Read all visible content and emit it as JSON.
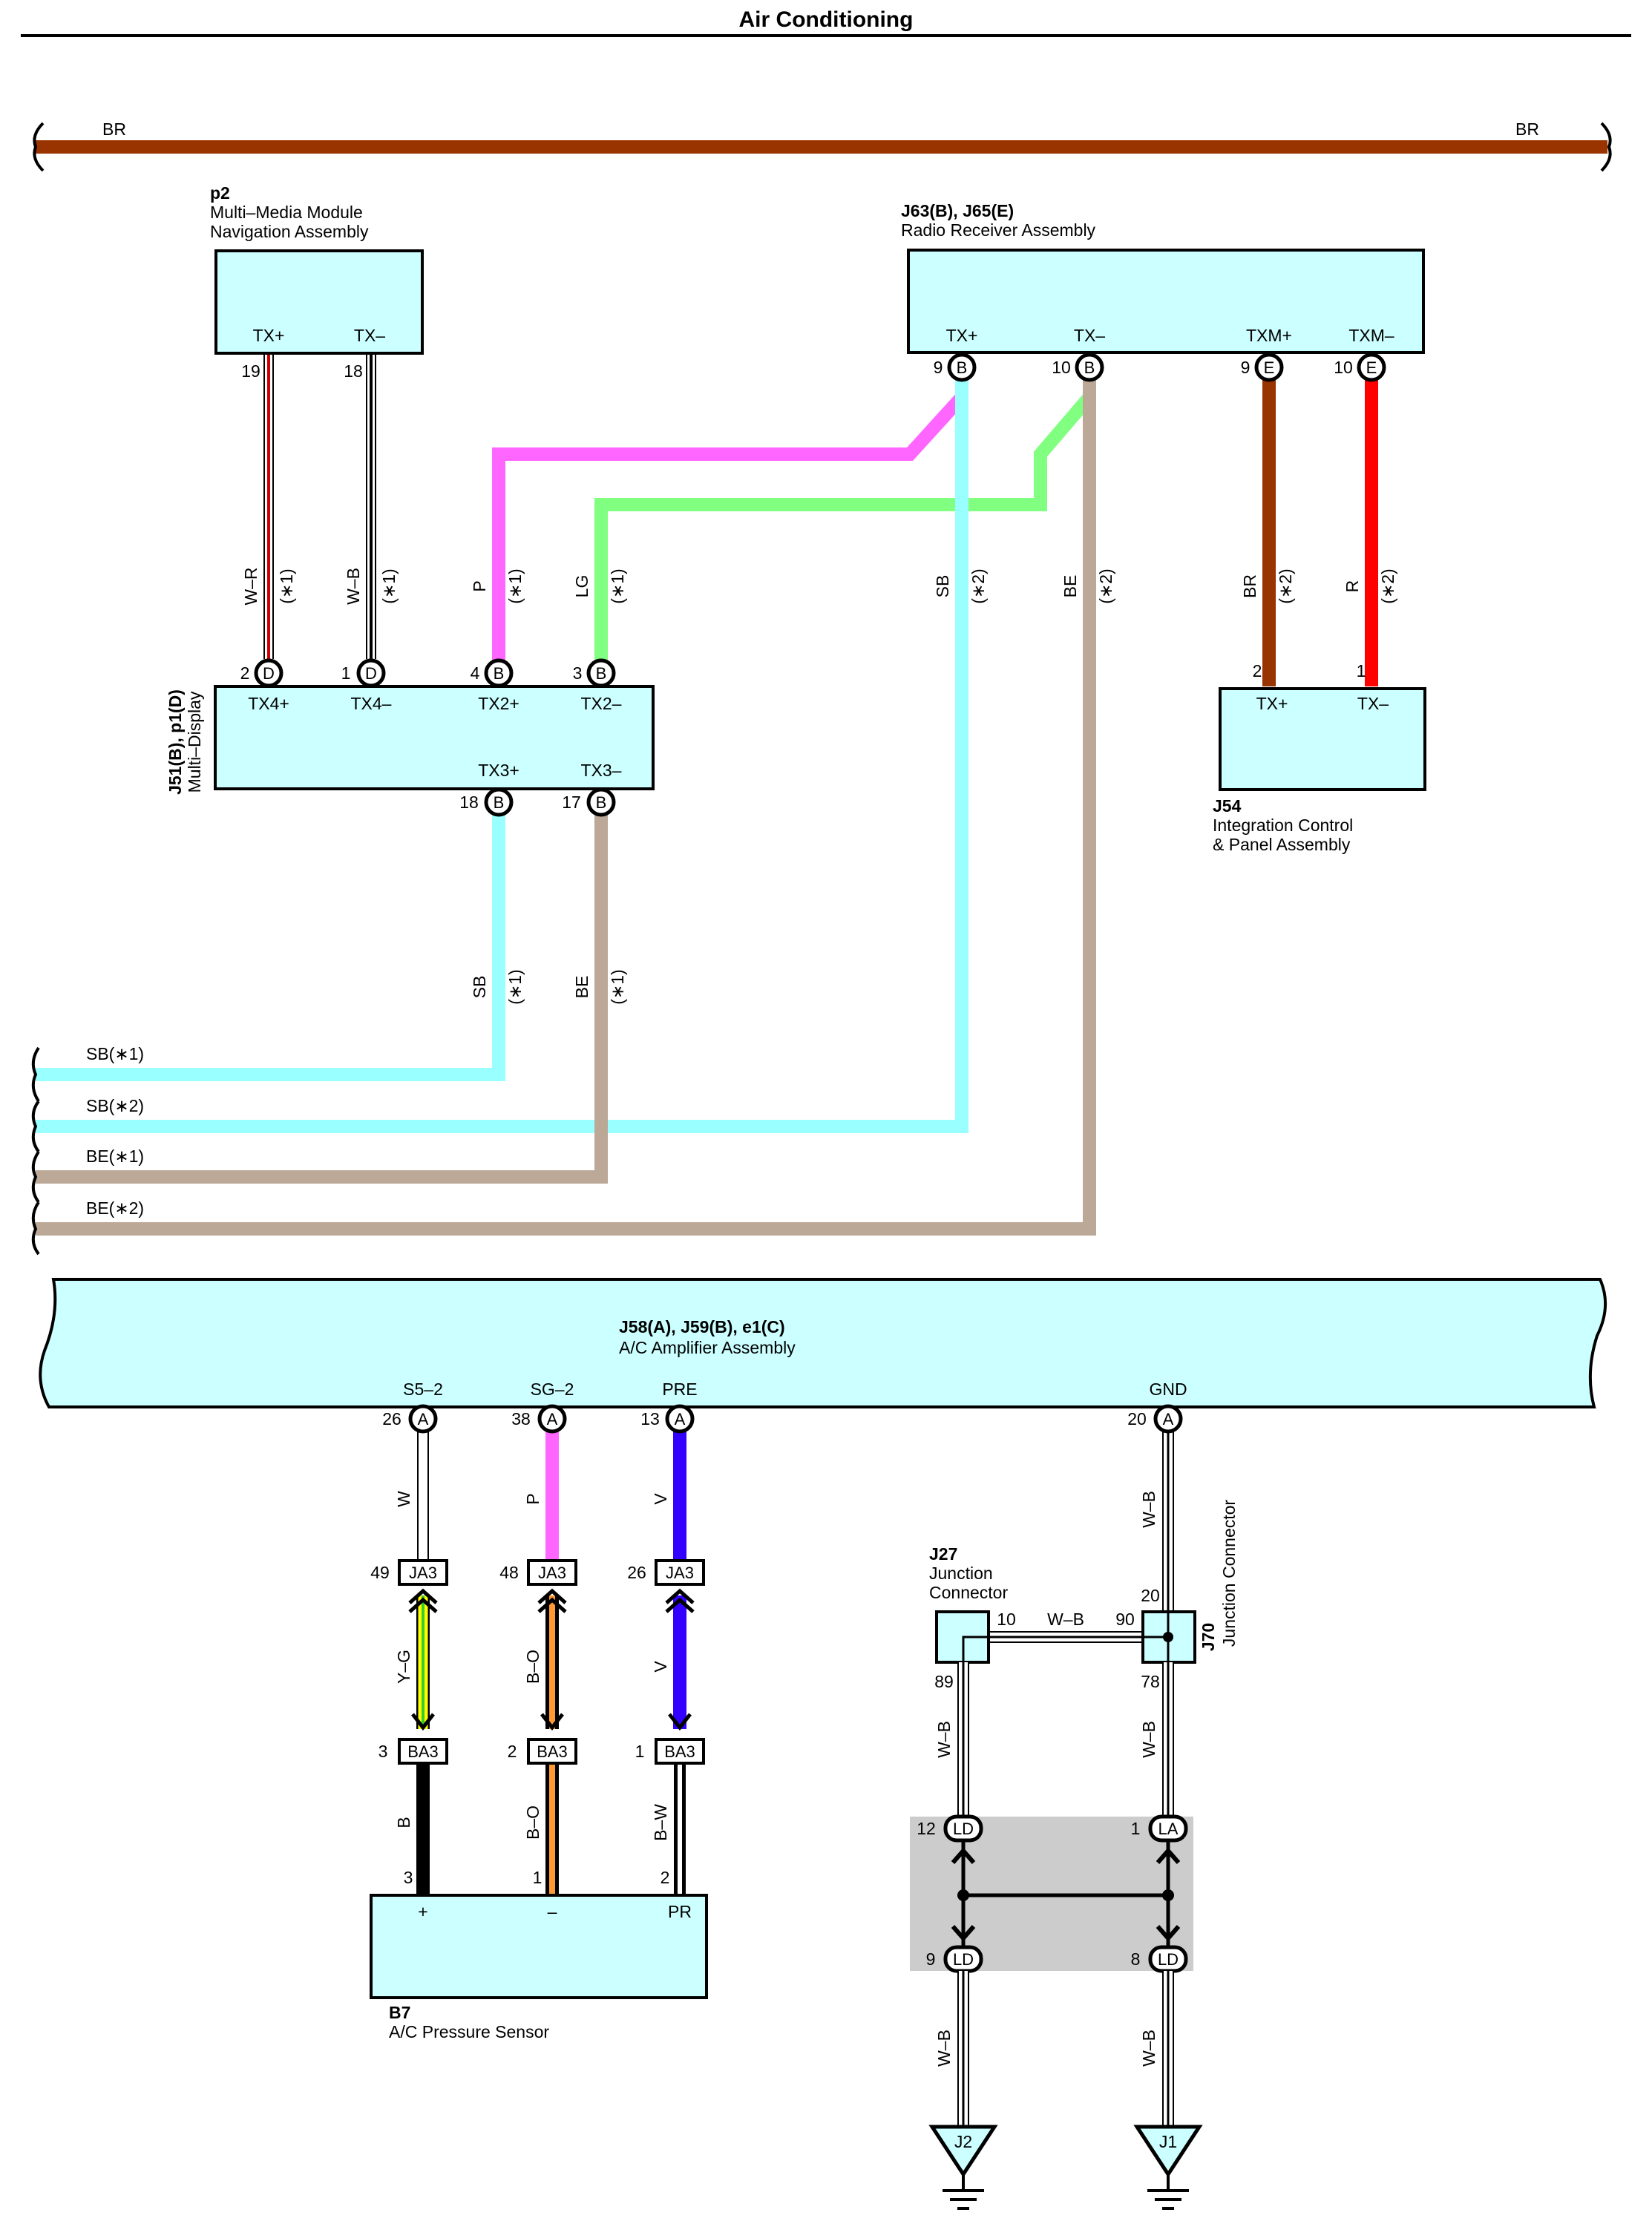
{
  "title": "Air Conditioning",
  "colors": {
    "BR": "#993300",
    "SB": "#99ffff",
    "P": "#ff66ff",
    "LG": "#80ff80",
    "BE": "#bba896",
    "R": "#ff0000",
    "V": "#3300ff",
    "box": "#ccffff",
    "splice": "#cccccc"
  },
  "top_bus": {
    "left": "BR",
    "right": "BR"
  },
  "components": {
    "p2": {
      "id": "p2",
      "line1": "Multi–Media Module",
      "line2": "Navigation Assembly",
      "pins": [
        "TX+",
        "TX–"
      ],
      "pin_nums": [
        "19",
        "18"
      ]
    },
    "j63": {
      "id": "J63(B), J65(E)",
      "line1": "Radio Receiver Assembly",
      "pins": [
        "TX+",
        "TX–",
        "TXM+",
        "TXM–"
      ],
      "pin_nums": [
        "9",
        "10",
        "9",
        "10"
      ],
      "conn": [
        "B",
        "B",
        "E",
        "E"
      ]
    },
    "j51": {
      "id": "J51(B), p1(D)",
      "line1": "Multi–Display",
      "pins_top": [
        "TX4+",
        "TX4–",
        "TX2+",
        "TX2–"
      ],
      "pin_nums_top": [
        "2",
        "1",
        "4",
        "3"
      ],
      "conn_top": [
        "D",
        "D",
        "B",
        "B"
      ],
      "pins_bot": [
        "TX3+",
        "TX3–"
      ],
      "pin_nums_bot": [
        "18",
        "17"
      ],
      "conn_bot": [
        "B",
        "B"
      ]
    },
    "j54": {
      "id": "J54",
      "line1": "Integration Control",
      "line2": "& Panel Assembly",
      "pins": [
        "TX+",
        "TX–"
      ],
      "pin_nums": [
        "2",
        "1"
      ]
    },
    "amp": {
      "id": "J58(A), J59(B), e1(C)",
      "line1": "A/C Amplifier Assembly",
      "pins": [
        "S5–2",
        "SG–2",
        "PRE",
        "GND"
      ],
      "pin_nums": [
        "26",
        "38",
        "13",
        "20"
      ],
      "conn": [
        "A",
        "A",
        "A",
        "A"
      ]
    },
    "b7": {
      "id": "B7",
      "line1": "A/C Pressure Sensor",
      "pins": [
        "+",
        "–",
        "PR"
      ],
      "pin_nums": [
        "3",
        "1",
        "2"
      ]
    },
    "j27": {
      "id": "J27",
      "line1": "Junction",
      "line2": "Connector",
      "pin_right": "10",
      "pin_bot": "89"
    },
    "j70": {
      "id": "J70",
      "line1": "Junction Connector",
      "pin_left": "90",
      "pin_top": "20",
      "pin_bot": "78"
    }
  },
  "wires": {
    "w_r": {
      "color": "W–R",
      "note": "(∗1)"
    },
    "w_b1": {
      "color": "W–B",
      "note": "(∗1)"
    },
    "p1": {
      "color": "P",
      "note": "(∗1)"
    },
    "lg": {
      "color": "LG",
      "note": "(∗1)"
    },
    "sb2": {
      "color": "SB",
      "note": "(∗2)"
    },
    "be2": {
      "color": "BE",
      "note": "(∗2)"
    },
    "br2": {
      "color": "BR",
      "note": "(∗2)"
    },
    "r2": {
      "color": "R",
      "note": "(∗2)"
    },
    "sb1": {
      "color": "SB",
      "note": "(∗1)"
    },
    "be1": {
      "color": "BE",
      "note": "(∗1)"
    },
    "w": "W",
    "p": "P",
    "v": "V",
    "wb": "W–B",
    "yg": "Y–G",
    "bo": "B–O",
    "v2": "V",
    "b": "B",
    "bo2": "B–O",
    "bw": "B–W",
    "wb_h": "W–B"
  },
  "left_taps": [
    "SB(∗1)",
    "SB(∗2)",
    "BE(∗1)",
    "BE(∗2)"
  ],
  "connectors": {
    "ja3": "JA3",
    "ba3": "BA3",
    "ja3_pins": [
      "49",
      "48",
      "26"
    ],
    "ba3_pins": [
      "3",
      "2",
      "1"
    ]
  },
  "splice": {
    "top": [
      "LD",
      "LA"
    ],
    "top_pins": [
      "12",
      "1"
    ],
    "bot": [
      "LD",
      "LD"
    ],
    "bot_pins": [
      "9",
      "8"
    ]
  },
  "grounds": [
    "J2",
    "J1"
  ]
}
